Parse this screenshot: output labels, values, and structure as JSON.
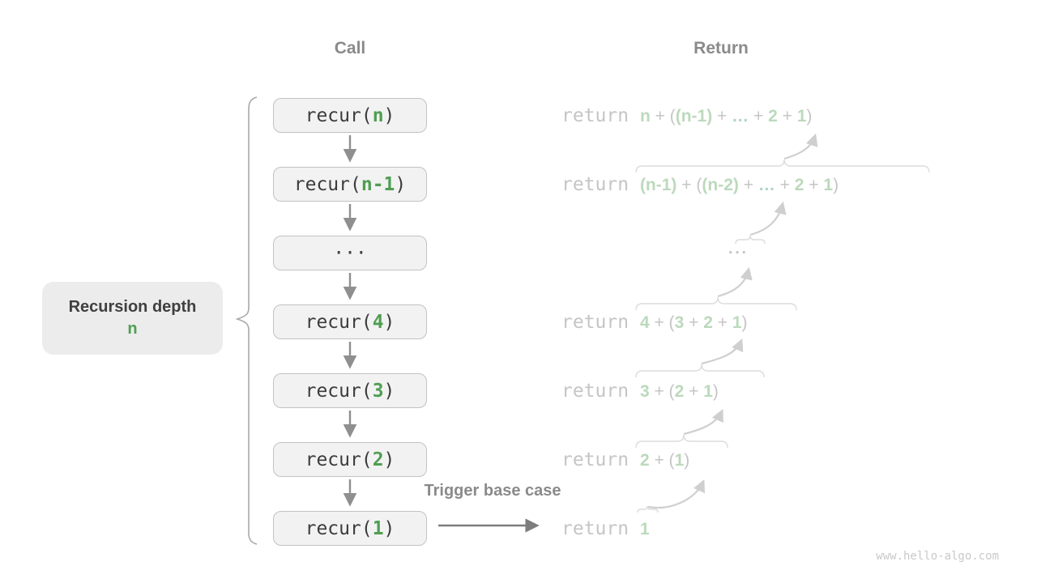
{
  "headers": {
    "call": "Call",
    "return": "Return"
  },
  "left_label": {
    "line1": "Recursion depth",
    "line2": "n"
  },
  "trigger_label": "Trigger base case",
  "watermark": "www.hello-algo.com",
  "colors": {
    "accent_green": "#4f9e52",
    "faded_green": "#bcd9bc",
    "header_gray": "#8a8a8a",
    "faded_gray": "#c5c5c5",
    "box_fill": "#f2f2f2",
    "box_border": "#c2c2c2"
  },
  "call_column": {
    "boxes": [
      {
        "tokens": [
          {
            "t": "recur(",
            "s": "fn"
          },
          {
            "t": "n",
            "s": "arg"
          },
          {
            "t": ")",
            "s": "fn"
          }
        ]
      },
      {
        "tokens": [
          {
            "t": "recur(",
            "s": "fn"
          },
          {
            "t": "n-1",
            "s": "arg"
          },
          {
            "t": ")",
            "s": "fn"
          }
        ]
      },
      {
        "tokens": [
          {
            "t": "···",
            "s": "fn"
          }
        ]
      },
      {
        "tokens": [
          {
            "t": "recur(",
            "s": "fn"
          },
          {
            "t": "4",
            "s": "arg"
          },
          {
            "t": ")",
            "s": "fn"
          }
        ]
      },
      {
        "tokens": [
          {
            "t": "recur(",
            "s": "fn"
          },
          {
            "t": "3",
            "s": "arg"
          },
          {
            "t": ")",
            "s": "fn"
          }
        ]
      },
      {
        "tokens": [
          {
            "t": "recur(",
            "s": "fn"
          },
          {
            "t": "2",
            "s": "arg"
          },
          {
            "t": ")",
            "s": "fn"
          }
        ]
      },
      {
        "tokens": [
          {
            "t": "recur(",
            "s": "fn"
          },
          {
            "t": "1",
            "s": "arg"
          },
          {
            "t": ")",
            "s": "fn"
          }
        ]
      }
    ]
  },
  "return_column": {
    "rows": [
      {
        "tokens": [
          {
            "t": "return ",
            "s": "kw"
          },
          {
            "t": "n",
            "s": "val"
          },
          {
            "t": " + (",
            "s": "op"
          },
          {
            "t": "(n-1)",
            "s": "val"
          },
          {
            "t": " + ",
            "s": "op"
          },
          {
            "t": "…",
            "s": "dots"
          },
          {
            "t": " + ",
            "s": "op"
          },
          {
            "t": "2",
            "s": "val"
          },
          {
            "t": " + ",
            "s": "op"
          },
          {
            "t": "1",
            "s": "val"
          },
          {
            "t": ")",
            "s": "op"
          }
        ]
      },
      {
        "tokens": [
          {
            "t": "return ",
            "s": "kw"
          },
          {
            "t": "(n-1)",
            "s": "val"
          },
          {
            "t": " + (",
            "s": "op"
          },
          {
            "t": "(n-2)",
            "s": "val"
          },
          {
            "t": " + ",
            "s": "op"
          },
          {
            "t": "…",
            "s": "dots"
          },
          {
            "t": " + ",
            "s": "op"
          },
          {
            "t": "2",
            "s": "val"
          },
          {
            "t": " + ",
            "s": "op"
          },
          {
            "t": "1",
            "s": "val"
          },
          {
            "t": ")",
            "s": "op"
          }
        ]
      },
      {
        "tokens": [
          {
            "t": "···",
            "s": "ellipsis"
          }
        ]
      },
      {
        "tokens": [
          {
            "t": "return ",
            "s": "kw"
          },
          {
            "t": "4",
            "s": "val"
          },
          {
            "t": " + (",
            "s": "op"
          },
          {
            "t": "3",
            "s": "val"
          },
          {
            "t": " + ",
            "s": "op"
          },
          {
            "t": "2",
            "s": "val"
          },
          {
            "t": " + ",
            "s": "op"
          },
          {
            "t": "1",
            "s": "val"
          },
          {
            "t": ")",
            "s": "op"
          }
        ]
      },
      {
        "tokens": [
          {
            "t": "return ",
            "s": "kw"
          },
          {
            "t": "3",
            "s": "val"
          },
          {
            "t": " + (",
            "s": "op"
          },
          {
            "t": "2",
            "s": "val"
          },
          {
            "t": " + ",
            "s": "op"
          },
          {
            "t": "1",
            "s": "val"
          },
          {
            "t": ")",
            "s": "op"
          }
        ]
      },
      {
        "tokens": [
          {
            "t": "return ",
            "s": "kw"
          },
          {
            "t": "2",
            "s": "val"
          },
          {
            "t": " + (",
            "s": "op"
          },
          {
            "t": "1",
            "s": "val"
          },
          {
            "t": ")",
            "s": "op"
          }
        ]
      },
      {
        "tokens": [
          {
            "t": "return ",
            "s": "kw"
          },
          {
            "t": "1",
            "s": "val"
          }
        ]
      }
    ]
  }
}
